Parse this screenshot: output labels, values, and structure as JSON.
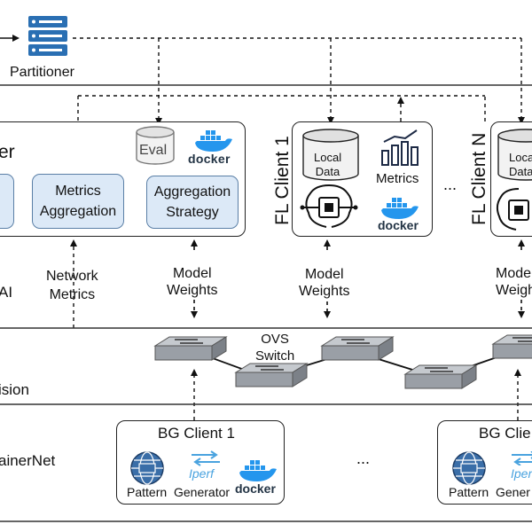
{
  "top": {
    "partitioner_label": "Partitioner"
  },
  "fl_server": {
    "title_fragment": "er",
    "eval_label": "Eval",
    "docker_label": "docker",
    "metrics_aggregation": "Metrics\nAggregation",
    "aggregation_strategy": "Aggregation\nStrategy"
  },
  "fl_client_1": {
    "title": "FL Client 1",
    "local_data": "Local\nData",
    "metrics_label": "Metrics",
    "docker_label": "docker"
  },
  "fl_client_n": {
    "title": "FL Client N",
    "local_data_fragment": "Loca\nData"
  },
  "ellipsis": "...",
  "middle_layer": {
    "left_fragment": "AI",
    "network_metrics": "Network\nMetrics",
    "model_weights": "Model\nWeights",
    "model_weights_n_fragment": "Mode\nWeigh"
  },
  "network_layer": {
    "left_fragment": "ision",
    "ovs_switch": "OVS\nSwitch"
  },
  "bg_layer": {
    "left_fragment": "ainerNet",
    "bg_client_1_title": "BG Client 1",
    "bg_client_n_fragment": "BG Clie",
    "pattern_label": "Pattern",
    "iperf_label": "Iperf",
    "generator_label": "Generator",
    "generator_fragment": "Gener",
    "docker_label": "docker"
  },
  "colors": {
    "accent_blue": "#2a6fb3",
    "box_fill": "#dce9f7",
    "docker_blue": "#2496ed",
    "switch_gray": "#9a9fa6"
  }
}
